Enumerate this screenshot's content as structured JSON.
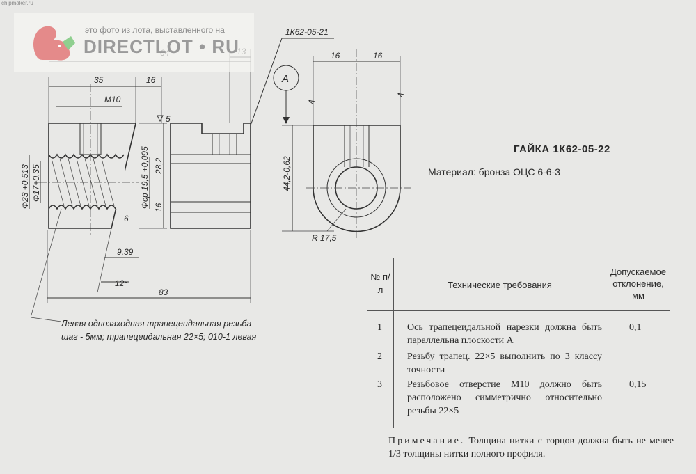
{
  "watermark": {
    "caption": "это фото из лота, выставленного на",
    "brand": "DIRECTLOT • RU",
    "site_tag": "chipmaker.ru"
  },
  "drawing": {
    "label_A": "A",
    "ref_code": "1К62-05-21",
    "dims": {
      "d35": "35",
      "d16a": "16",
      "dM10": "M10",
      "d64": "64",
      "d13": "13",
      "d16b": "16",
      "d16c": "16",
      "d5": "5",
      "d28_2": "28,2",
      "d19_5": "Φср 19,5 +0,095",
      "d16d": "16",
      "d23": "Φ23 +0,513",
      "d17": "Φ17+0,35",
      "d9_39": "9,39",
      "d12": "12°",
      "d83": "83",
      "d6": "6",
      "d4a": "4",
      "d4b": "4",
      "d44": "44,2-0,62",
      "r17": "R 17,5"
    },
    "annotation": [
      "Левая однозаходная трапецеидальная резьба",
      "шаг - 5мм; трапецеидальная 22×5; 010-1 левая"
    ]
  },
  "title": "ГАЙКА 1К62-05-22",
  "material": "Материал: бронза ОЦС 6-6-3",
  "table": {
    "headers": {
      "num": "№ п/ л",
      "req": "Технические требования",
      "tol": "Допускаемое отклонение, мм"
    },
    "rows": [
      {
        "num": "1",
        "text": "Ось трапецеидальной нарезки должна быть параллельна плоскости А",
        "tol": "0,1"
      },
      {
        "num": "2",
        "text": "Резьбу трапец. 22×5 выполнить по 3 классу точности",
        "tol": ""
      },
      {
        "num": "3",
        "text": "Резьбовое отверстие М10 должно быть расположено симметрично относительно резьбы 22×5",
        "tol": "0,15"
      }
    ]
  },
  "note": {
    "label": "Примечание.",
    "text": "Толщина нитки с торцов должна быть не менее 1/3 толщины нитки полного профиля."
  }
}
